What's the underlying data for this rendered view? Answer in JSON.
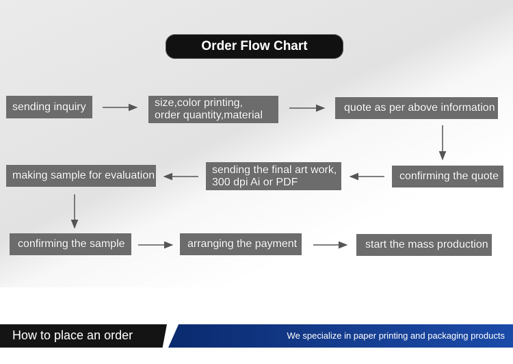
{
  "title": "Order Flow Chart",
  "steps": {
    "sending_inquiry": "sending inquiry",
    "specs_line1": "size,color printing,",
    "specs_line2": "order quantity,material",
    "quote": "quote as per above information",
    "confirming_quote": "confirming the quote",
    "artwork_line1": "sending the final art work,",
    "artwork_line2": "300 dpi Ai or PDF",
    "making_sample": "making sample for evaluation",
    "confirming_sample": "confirming the sample",
    "arranging_payment": "arranging the payment",
    "mass_production": "start the mass production"
  },
  "footer": {
    "left": "How to place an order",
    "right": "We specialize in paper printing and packaging products"
  },
  "colors": {
    "box": "#6c6c6c",
    "title_bg": "#111111",
    "arrow": "#555555",
    "footer_blue": "#163e91"
  }
}
